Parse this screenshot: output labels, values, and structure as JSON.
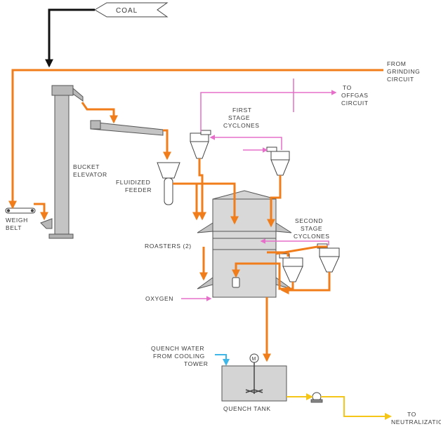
{
  "labels": {
    "coal": "COAL",
    "from_grinding": [
      "FROM",
      "GRINDING",
      "CIRCUIT"
    ],
    "to_offgas": [
      "TO",
      "OFFGAS",
      "CIRCUIT"
    ],
    "first_stage_cyclones": [
      "FIRST",
      "STAGE",
      "CYCLONES"
    ],
    "bucket_elevator": [
      "BUCKET",
      "ELEVATOR"
    ],
    "fluidized_feeder": [
      "FLUIDIZED",
      "FEEDER"
    ],
    "weigh_belt": [
      "WEIGH",
      "BELT"
    ],
    "second_stage_cyclones": [
      "SECOND",
      "STAGE",
      "CYCLONES"
    ],
    "roasters": "ROASTERS (2)",
    "oxygen": "OXYGEN",
    "quench_water": [
      "QUENCH WATER",
      "FROM COOLING",
      "TOWER"
    ],
    "quench_tank": "QUENCH TANK",
    "motor": "M",
    "to_neutralization": [
      "TO",
      "NEUTRALIZATION"
    ]
  },
  "colors": {
    "solids_stream": "#f07d1a",
    "gas_stream": "#e56fc9",
    "water_stream": "#3fb6e8",
    "slurry_stream": "#f5c518",
    "coal_stream": "#111111",
    "equipment_fill": "#cfcfcf",
    "equipment_stroke": "#555555"
  }
}
